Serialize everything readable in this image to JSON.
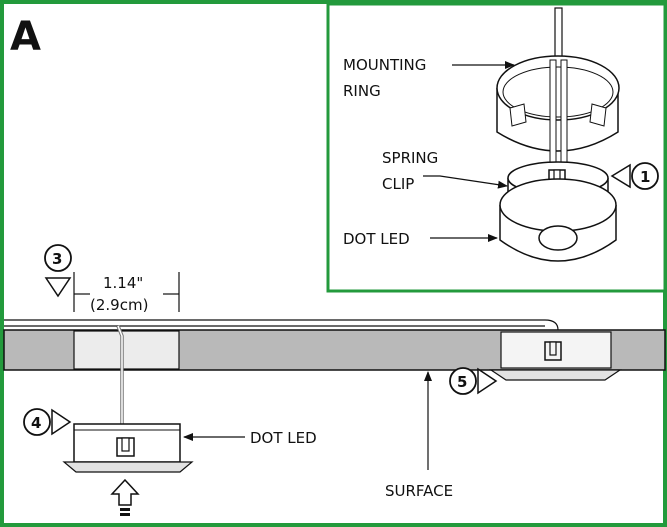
{
  "panel_letter": "A",
  "colors": {
    "frame_green": "#239a3c",
    "surface_gray": "#b9b9b9",
    "ink": "#1a1a1a",
    "white": "#ffffff"
  },
  "inset": {
    "mounting_ring_label_line1": "MOUNTING",
    "mounting_ring_label_line2": "RING",
    "spring_clip_label_line1": "SPRING",
    "spring_clip_label_line2": "CLIP",
    "dot_led_label": "DOT LED",
    "callout_1": "1"
  },
  "main": {
    "dimension_imperial": "1.14\"",
    "dimension_metric": "(2.9cm)",
    "callout_3": "3",
    "callout_4": "4",
    "callout_5": "5",
    "dot_led_label": "DOT LED",
    "surface_label": "SURFACE"
  },
  "icons": [
    "push-up-arrow-icon",
    "callout-arrow-icon"
  ]
}
